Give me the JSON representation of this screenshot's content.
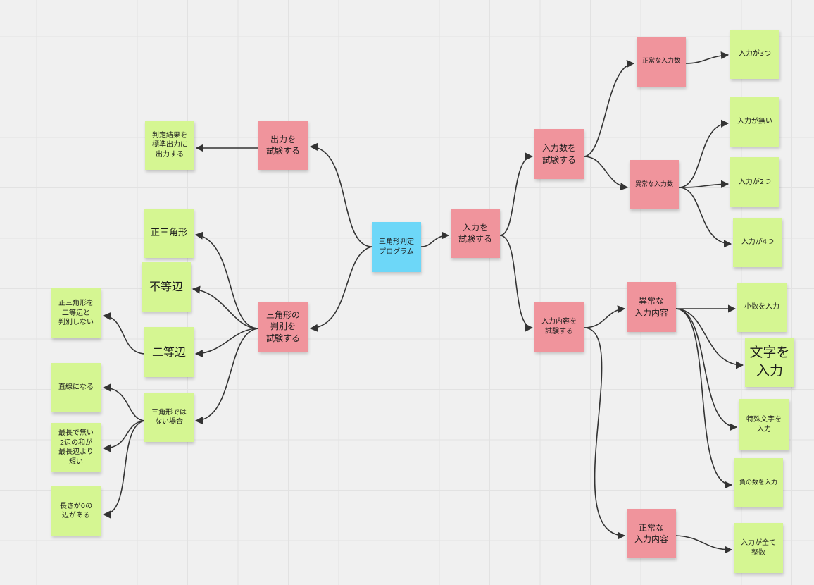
{
  "colors": {
    "root": "#6dd7f8",
    "category": "#f0949c",
    "leaf": "#d5f692",
    "connector": "#333333",
    "background": "#f0f0f0"
  },
  "notes": {
    "root": "三角形判定\nプログラム",
    "test_output": "出力を\n試験する",
    "test_judgement": "三角形の\n判別を\n試験する",
    "test_input": "入力を\n試験する",
    "test_input_count": "入力数を\n試験する",
    "test_input_content": "入力内容を\n試験する",
    "valid_input_count": "正常な入力数",
    "invalid_input_count": "異常な入力数",
    "invalid_input_content": "異常な\n入力内容",
    "valid_input_content": "正常な\n入力内容",
    "output_result": "判定結果を\n標準出力に\n出力する",
    "equilateral": "正三角形",
    "scalene": "不等辺",
    "isosceles": "二等辺",
    "not_triangle": "三角形では\nない場合",
    "equilateral_not_isosceles": "正三角形を\n二等辺と\n判別しない",
    "straight_line": "直線になる",
    "longest_sum_short": "最長で無い\n2辺の和が\n最長辺より\n短い",
    "zero_length": "長さが0の\n辺がある",
    "input_3": "入力が3つ",
    "input_none": "入力が無い",
    "input_2": "入力が2つ",
    "input_4": "入力が4つ",
    "decimal_input": "小数を入力",
    "string_input": "文字を\n入力",
    "special_char_input": "特殊文字を\n入力",
    "negative_input": "負の数を入力",
    "all_integer": "入力が全て\n整数"
  }
}
